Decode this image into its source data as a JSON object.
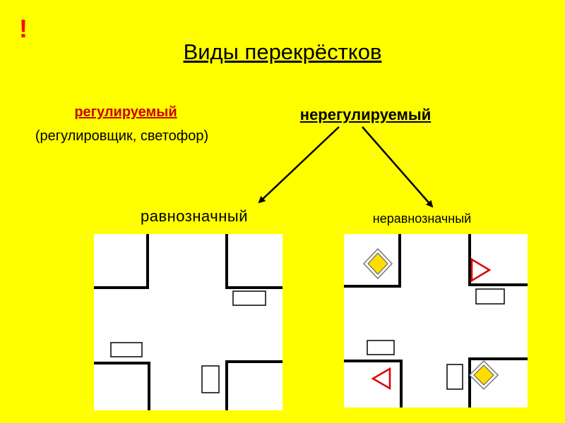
{
  "slide": {
    "exclamation": "!",
    "title": "Виды перекрёстков",
    "regulated": {
      "label": "регулируемый",
      "note": "(регулировщик, светофор)"
    },
    "unregulated": {
      "label": "нерегулируемый"
    },
    "equal": {
      "label": "равнозначный"
    },
    "unequal": {
      "label": "неравнозначный"
    }
  },
  "colors": {
    "background": "#ffff00",
    "exclamation": "#ff0000",
    "regulated_label": "#cc0000",
    "priority_sign_fill": "#ffdd00",
    "yield_sign_stroke": "#dd0000"
  },
  "icons": {
    "priority_road_sign": "diamond-priority-road-icon",
    "yield_sign": "triangle-give-way-icon",
    "car": "car-rectangle-icon"
  }
}
